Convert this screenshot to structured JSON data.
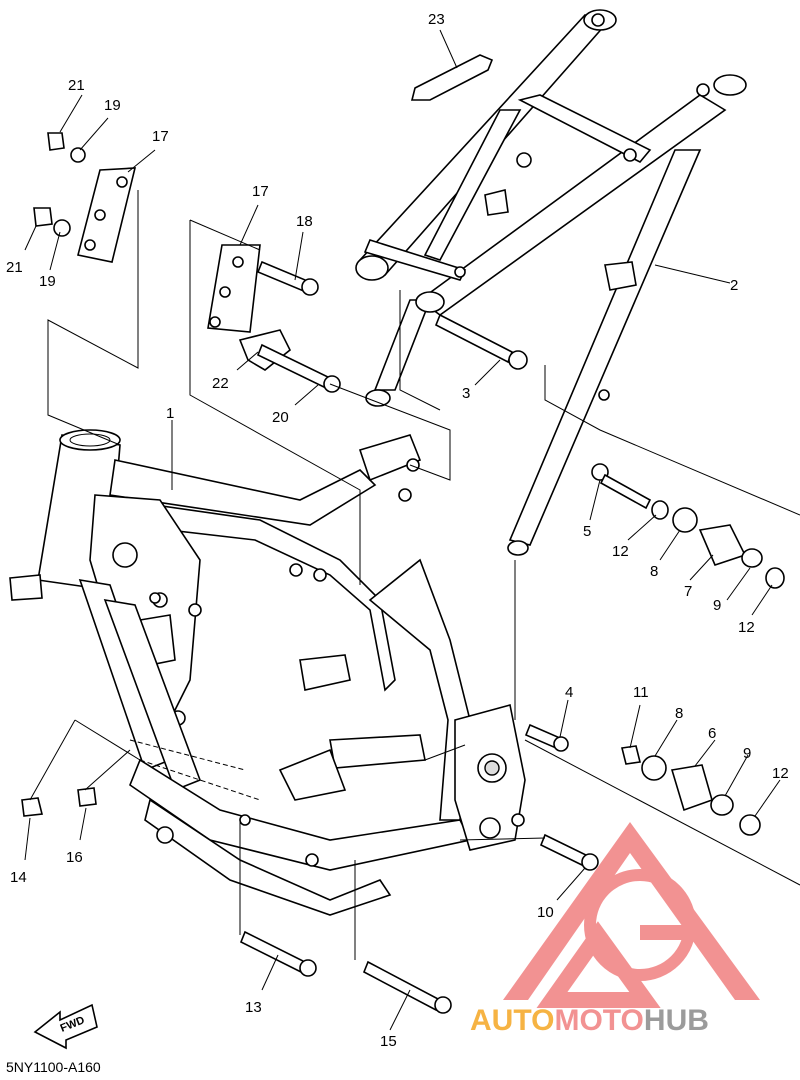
{
  "diagram": {
    "labels": {
      "p1": "1",
      "p2": "2",
      "p3": "3",
      "p4": "4",
      "p5": "5",
      "p6": "6",
      "p7": "7",
      "p8a": "8",
      "p8b": "8",
      "p9a": "9",
      "p9b": "9",
      "p10": "10",
      "p11": "11",
      "p12a": "12",
      "p12b": "12",
      "p12c": "12",
      "p13": "13",
      "p14": "14",
      "p15": "15",
      "p16": "16",
      "p17a": "17",
      "p17b": "17",
      "p18": "18",
      "p19a": "19",
      "p19b": "19",
      "p20": "20",
      "p21a": "21",
      "p21b": "21",
      "p22": "22",
      "p23": "23"
    },
    "fwd": "FWD",
    "code": "5NY1100-A160"
  },
  "watermark": {
    "part1": "AUTO",
    "part2": "MOTO",
    "part3": "HUB",
    "colors": {
      "orange": "#f5a623",
      "red": "#f08080",
      "gray": "#8a8a8a"
    }
  }
}
